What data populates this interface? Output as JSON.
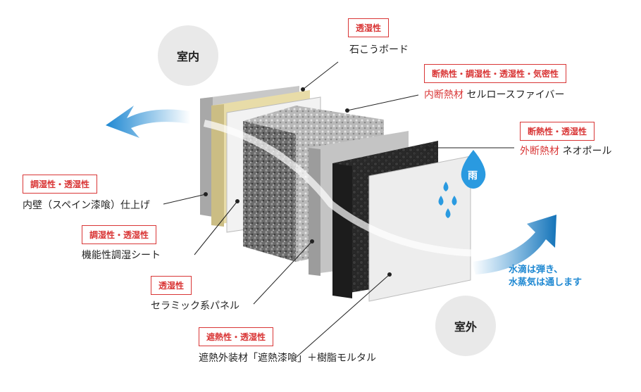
{
  "zones": {
    "indoor": "室内",
    "outdoor": "室外"
  },
  "rain_badge": "雨",
  "water_note": {
    "line1": "水滴は弾き、",
    "line2": "水蒸気は通します"
  },
  "layers": [
    {
      "tag": "透湿性",
      "name": "石こうボード"
    },
    {
      "tag": "断熱性・調湿性・透湿性・気密性",
      "name_red": "内断熱材",
      "name": " セルロースファイバー"
    },
    {
      "tag": "断熱性・透湿性",
      "name_red": "外断熱材",
      "name": " ネオポール"
    },
    {
      "tag": "調湿性・透湿性",
      "name": "内壁（スペイン漆喰）仕上げ"
    },
    {
      "tag": "調湿性・透湿性",
      "name": "機能性調湿シート"
    },
    {
      "tag": "透湿性",
      "name": "セラミック系パネル"
    },
    {
      "tag": "遮熱性・透湿性",
      "name": "遮熱外装材「遮熱漆喰」＋樹脂モルタル"
    }
  ],
  "colors": {
    "accent_red": "#d93636",
    "accent_blue": "#1e88d2"
  }
}
